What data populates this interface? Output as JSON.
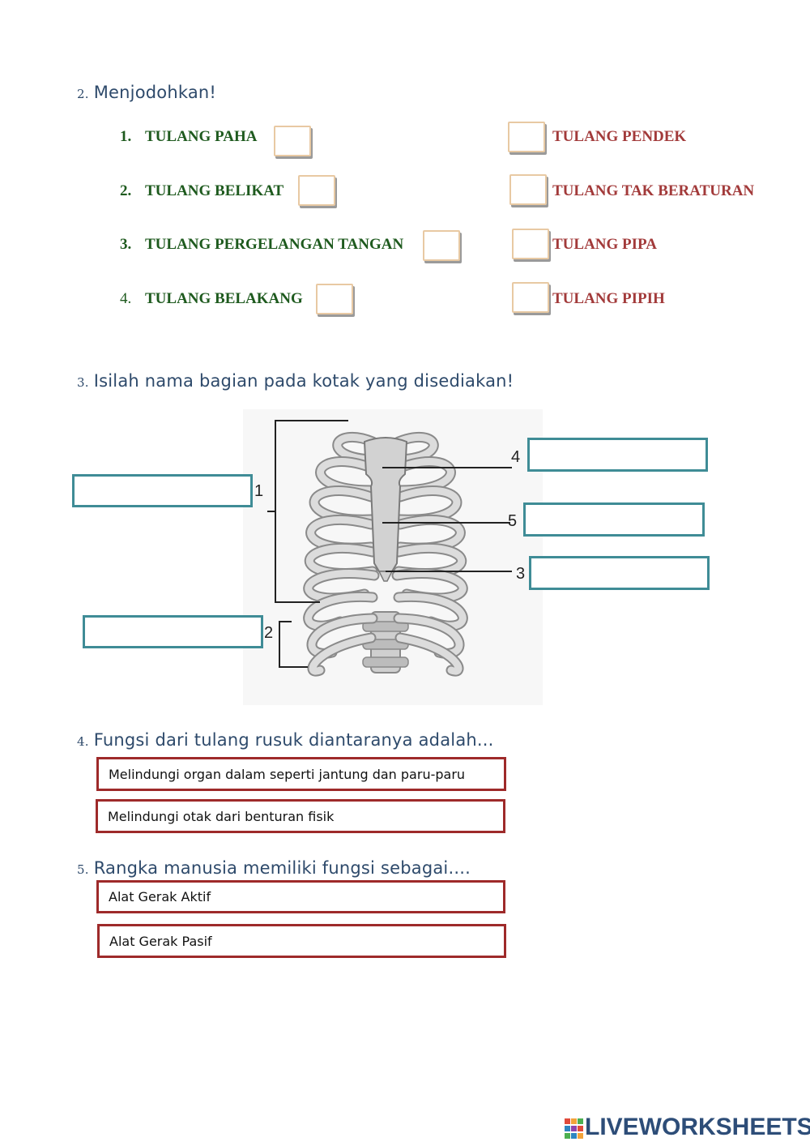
{
  "q2": {
    "number": "2.",
    "title": "Menjodohkan!",
    "left": [
      {
        "num": "1.",
        "label": "TULANG PAHA"
      },
      {
        "num": "2.",
        "label": "TULANG BELIKAT"
      },
      {
        "num": "3.",
        "label": "TULANG PERGELANGAN TANGAN"
      },
      {
        "num": "4.",
        "label": "TULANG BELAKANG"
      }
    ],
    "right": [
      "TULANG PENDEK",
      "TULANG TAK BERATURAN",
      "TULANG PIPA",
      "TULANG PIPIH"
    ]
  },
  "q3": {
    "number": "3.",
    "title": "Isilah nama bagian pada kotak yang disediakan!",
    "labels": [
      "1",
      "2",
      "3",
      "4",
      "5"
    ]
  },
  "q4": {
    "number": "4.",
    "title": "Fungsi dari tulang rusuk diantaranya adalah...",
    "options": [
      "Melindungi organ dalam seperti jantung dan paru-paru",
      "Melindungi otak dari benturan fisik"
    ]
  },
  "q5": {
    "number": "5.",
    "title": "Rangka manusia memiliki fungsi sebagai....",
    "options": [
      "Alat Gerak Aktif",
      "Alat Gerak Pasif"
    ]
  },
  "footer": {
    "logo_text": "LIVEWORKSHEETS"
  },
  "colors": {
    "heading": "#2e4a6b",
    "left_text": "#1e5a1e",
    "right_text": "#a23a3a",
    "label_box": "#3f8c96",
    "option_border": "#9e2a2a"
  }
}
